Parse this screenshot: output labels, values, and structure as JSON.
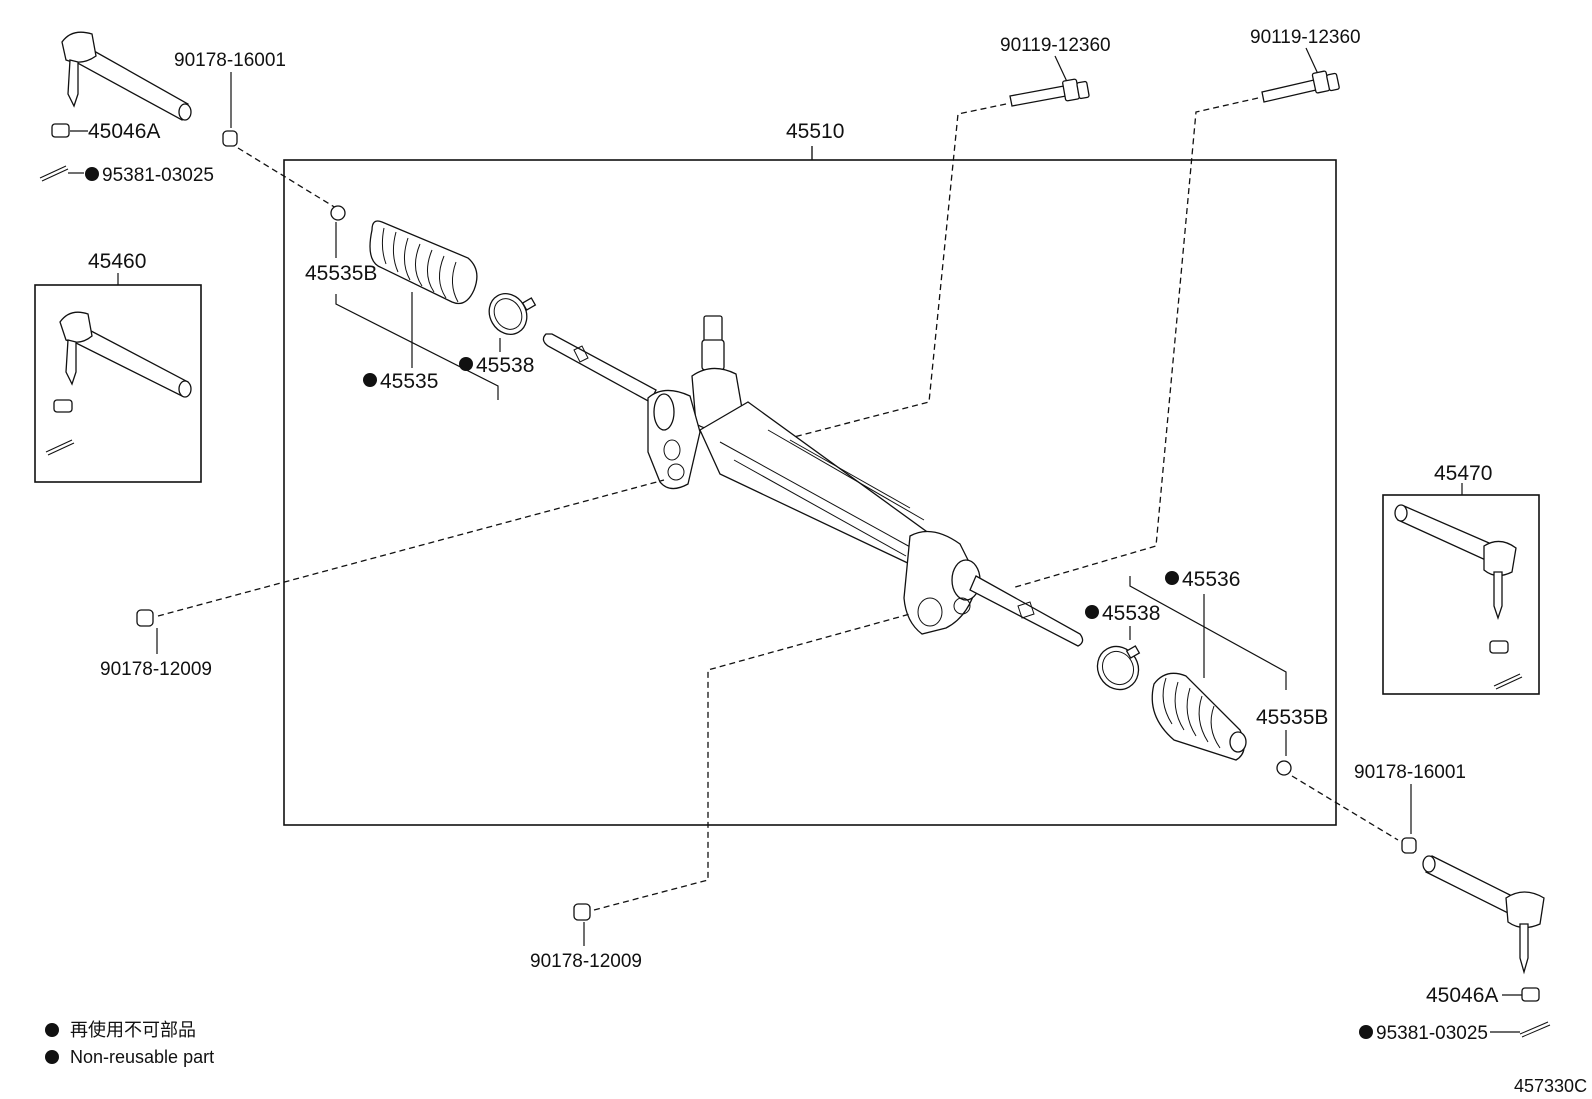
{
  "diagram_code": "457330C",
  "main_assembly": "45510",
  "parts": {
    "tie_rod_end_left": "45460",
    "tie_rod_end_right": "45470",
    "boot_left": "45535",
    "boot_right": "45536",
    "boot_clamp": "45538",
    "boot_clip": "45535B",
    "nut": "45046A",
    "cotter_pin": "95381-03025",
    "bolt": "90119-12360",
    "nut_16001": "90178-16001",
    "nut_12009": "90178-12009"
  },
  "legend": {
    "japanese": "再使用不可部品",
    "english": "Non-reusable part"
  },
  "colors": {
    "ink": "#111111",
    "background": "#ffffff"
  }
}
